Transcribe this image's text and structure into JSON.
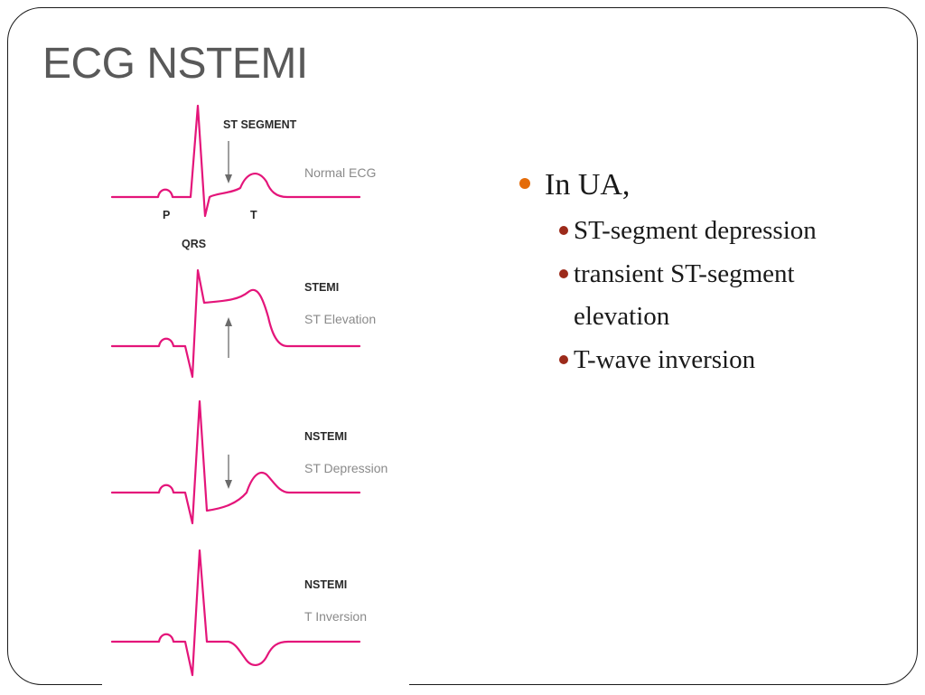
{
  "slide": {
    "title": "ECG NSTEMI"
  },
  "figure": {
    "panels": [
      {
        "name": "normal",
        "label_top": "ST SEGMENT",
        "label_main": "",
        "label_sub": "Normal ECG",
        "wave_labels": {
          "p": "P",
          "qrs": "QRS",
          "t": "T"
        },
        "arrow": "down"
      },
      {
        "name": "stemi",
        "label_main": "STEMI",
        "label_sub": "ST Elevation",
        "arrow": "up"
      },
      {
        "name": "nstemi-depression",
        "label_main": "NSTEMI",
        "label_sub": "ST Depression",
        "arrow": "down"
      },
      {
        "name": "nstemi-inversion",
        "label_main": "NSTEMI",
        "label_sub": "T Inversion",
        "arrow": "none"
      }
    ],
    "colors": {
      "trace": "#e4157a",
      "arrow": "#6b6b6b"
    }
  },
  "content": {
    "bullet": "In UA,",
    "sub_bullets": [
      "ST-segment depression",
      "transient ST-segment elevation",
      "T-wave inversion"
    ],
    "colors": {
      "bullet_dot": "#e46c0a",
      "sub_bullet_dot": "#9c2a1a"
    }
  }
}
